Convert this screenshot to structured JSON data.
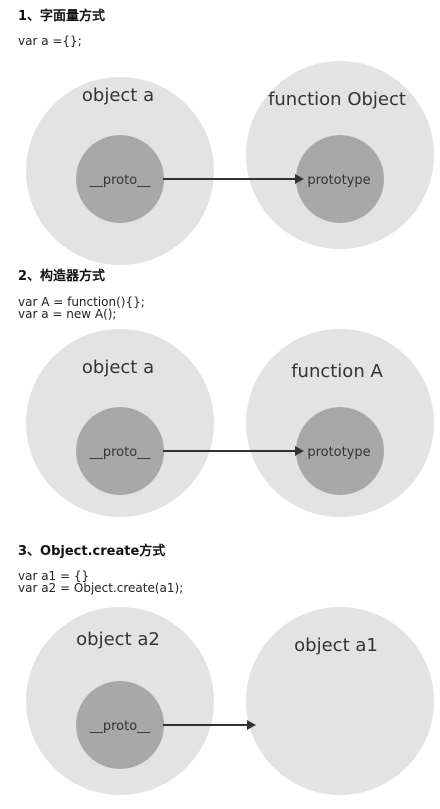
{
  "sections": [
    {
      "title": "1、字面量方式",
      "code": [
        "var a ={};"
      ],
      "left_circle_label": "object  a",
      "left_inner_label": "__proto__",
      "right_circle_label": "function  Object",
      "right_inner_label": "prototype"
    },
    {
      "title": "2、构造器方式",
      "code": [
        "var A = function(){};",
        "var a = new A();"
      ],
      "left_circle_label": "object  a",
      "left_inner_label": "__proto__",
      "right_circle_label": "function  A",
      "right_inner_label": "prototype"
    },
    {
      "title": "3、Object.create方式",
      "code": [
        "var a1 = {}",
        "var a2 = Object.create(a1);"
      ],
      "left_circle_label": "object  a2",
      "left_inner_label": "__proto__",
      "right_circle_label": "object  a1"
    }
  ],
  "colors": {
    "outer_circle": "#e3e3e3",
    "inner_circle": "#a8a8a8",
    "arrow": "#333333"
  }
}
